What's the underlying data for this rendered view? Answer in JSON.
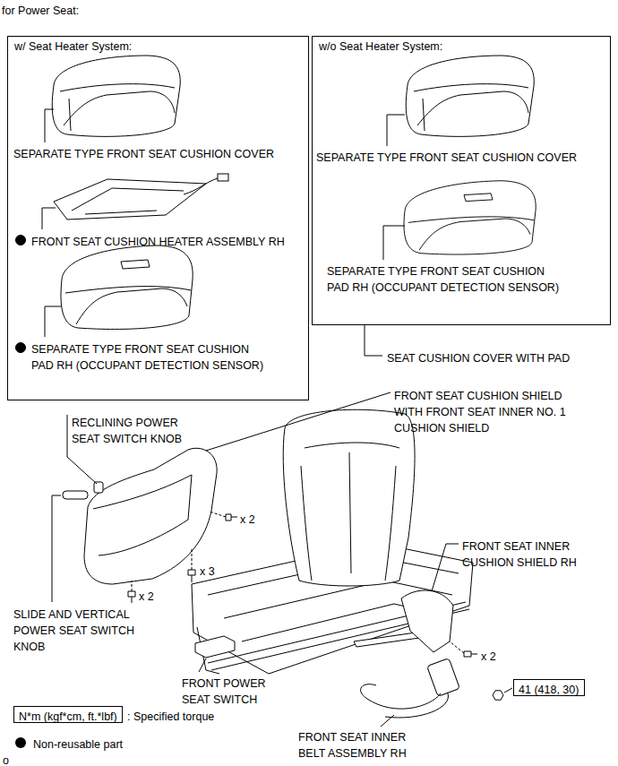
{
  "diagram": {
    "title": "for Power Seat:",
    "nodes": [
      {
        "text": [
          "w/ Seat Heater System:"
        ]
      },
      {
        "text": [
          "w/o Seat Heater System:"
        ]
      },
      {
        "text": [
          "N*m (kgf*cm, ft.*lbf)"
        ]
      },
      {
        "text": [
          "41 (418, 30)"
        ]
      }
    ],
    "labels": [
      "SEPARATE TYPE FRONT SEAT CUSHION COVER",
      "FRONT SEAT CUSHION HEATER ASSEMBLY RH",
      "SEPARATE TYPE FRONT SEAT CUSHION PAD RH (OCCUPANT DETECTION SENSOR)",
      "SEPARATE TYPE FRONT SEAT CUSHION COVER",
      "SEPARATE TYPE FRONT SEAT CUSHION PAD RH (OCCUPANT DETECTION SENSOR)",
      "SEAT CUSHION COVER WITH PAD",
      "FRONT SEAT CUSHION SHIELD WITH FRONT SEAT INNER NO. 1 CUSHION SHIELD",
      "RECLINING POWER SEAT SWITCH KNOB",
      "x 2",
      "x 3",
      "x 2",
      "SLIDE AND VERTICAL POWER SEAT SWITCH KNOB",
      "FRONT POWER SEAT SWITCH",
      "FRONT SEAT INNER CUSHION SHIELD RH",
      "x 2",
      "FRONT SEAT INNER BELT ASSEMBLY RH",
      "o"
    ],
    "legend": [
      {
        "text": ": Specified torque"
      },
      {
        "text": "Non-reusable part"
      }
    ]
  }
}
